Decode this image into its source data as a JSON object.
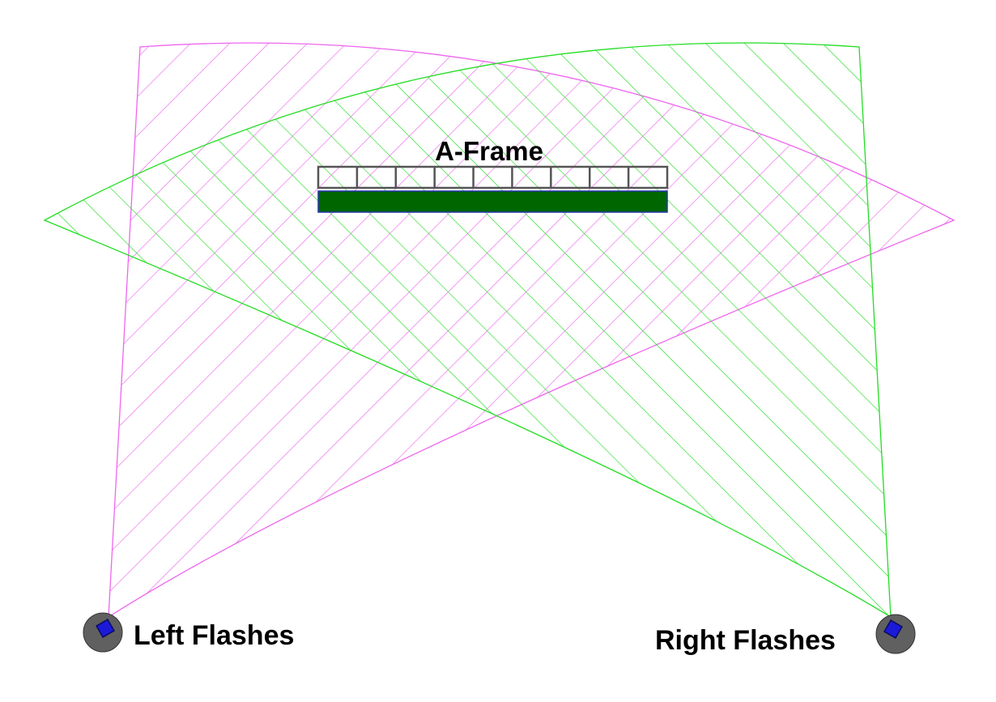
{
  "labels": {
    "frame": "A-Frame",
    "left": "Left Flashes",
    "right": "Right Flashes"
  },
  "colors": {
    "left_coverage": "#ee66ee",
    "right_coverage": "#22dd22",
    "frame_base": "#006600",
    "frame_base_edge": "#2233aa",
    "frame_grid": "#555555",
    "flash_body": "#606060",
    "flash_head": "#1a1ad8"
  },
  "frame_cells": 9
}
